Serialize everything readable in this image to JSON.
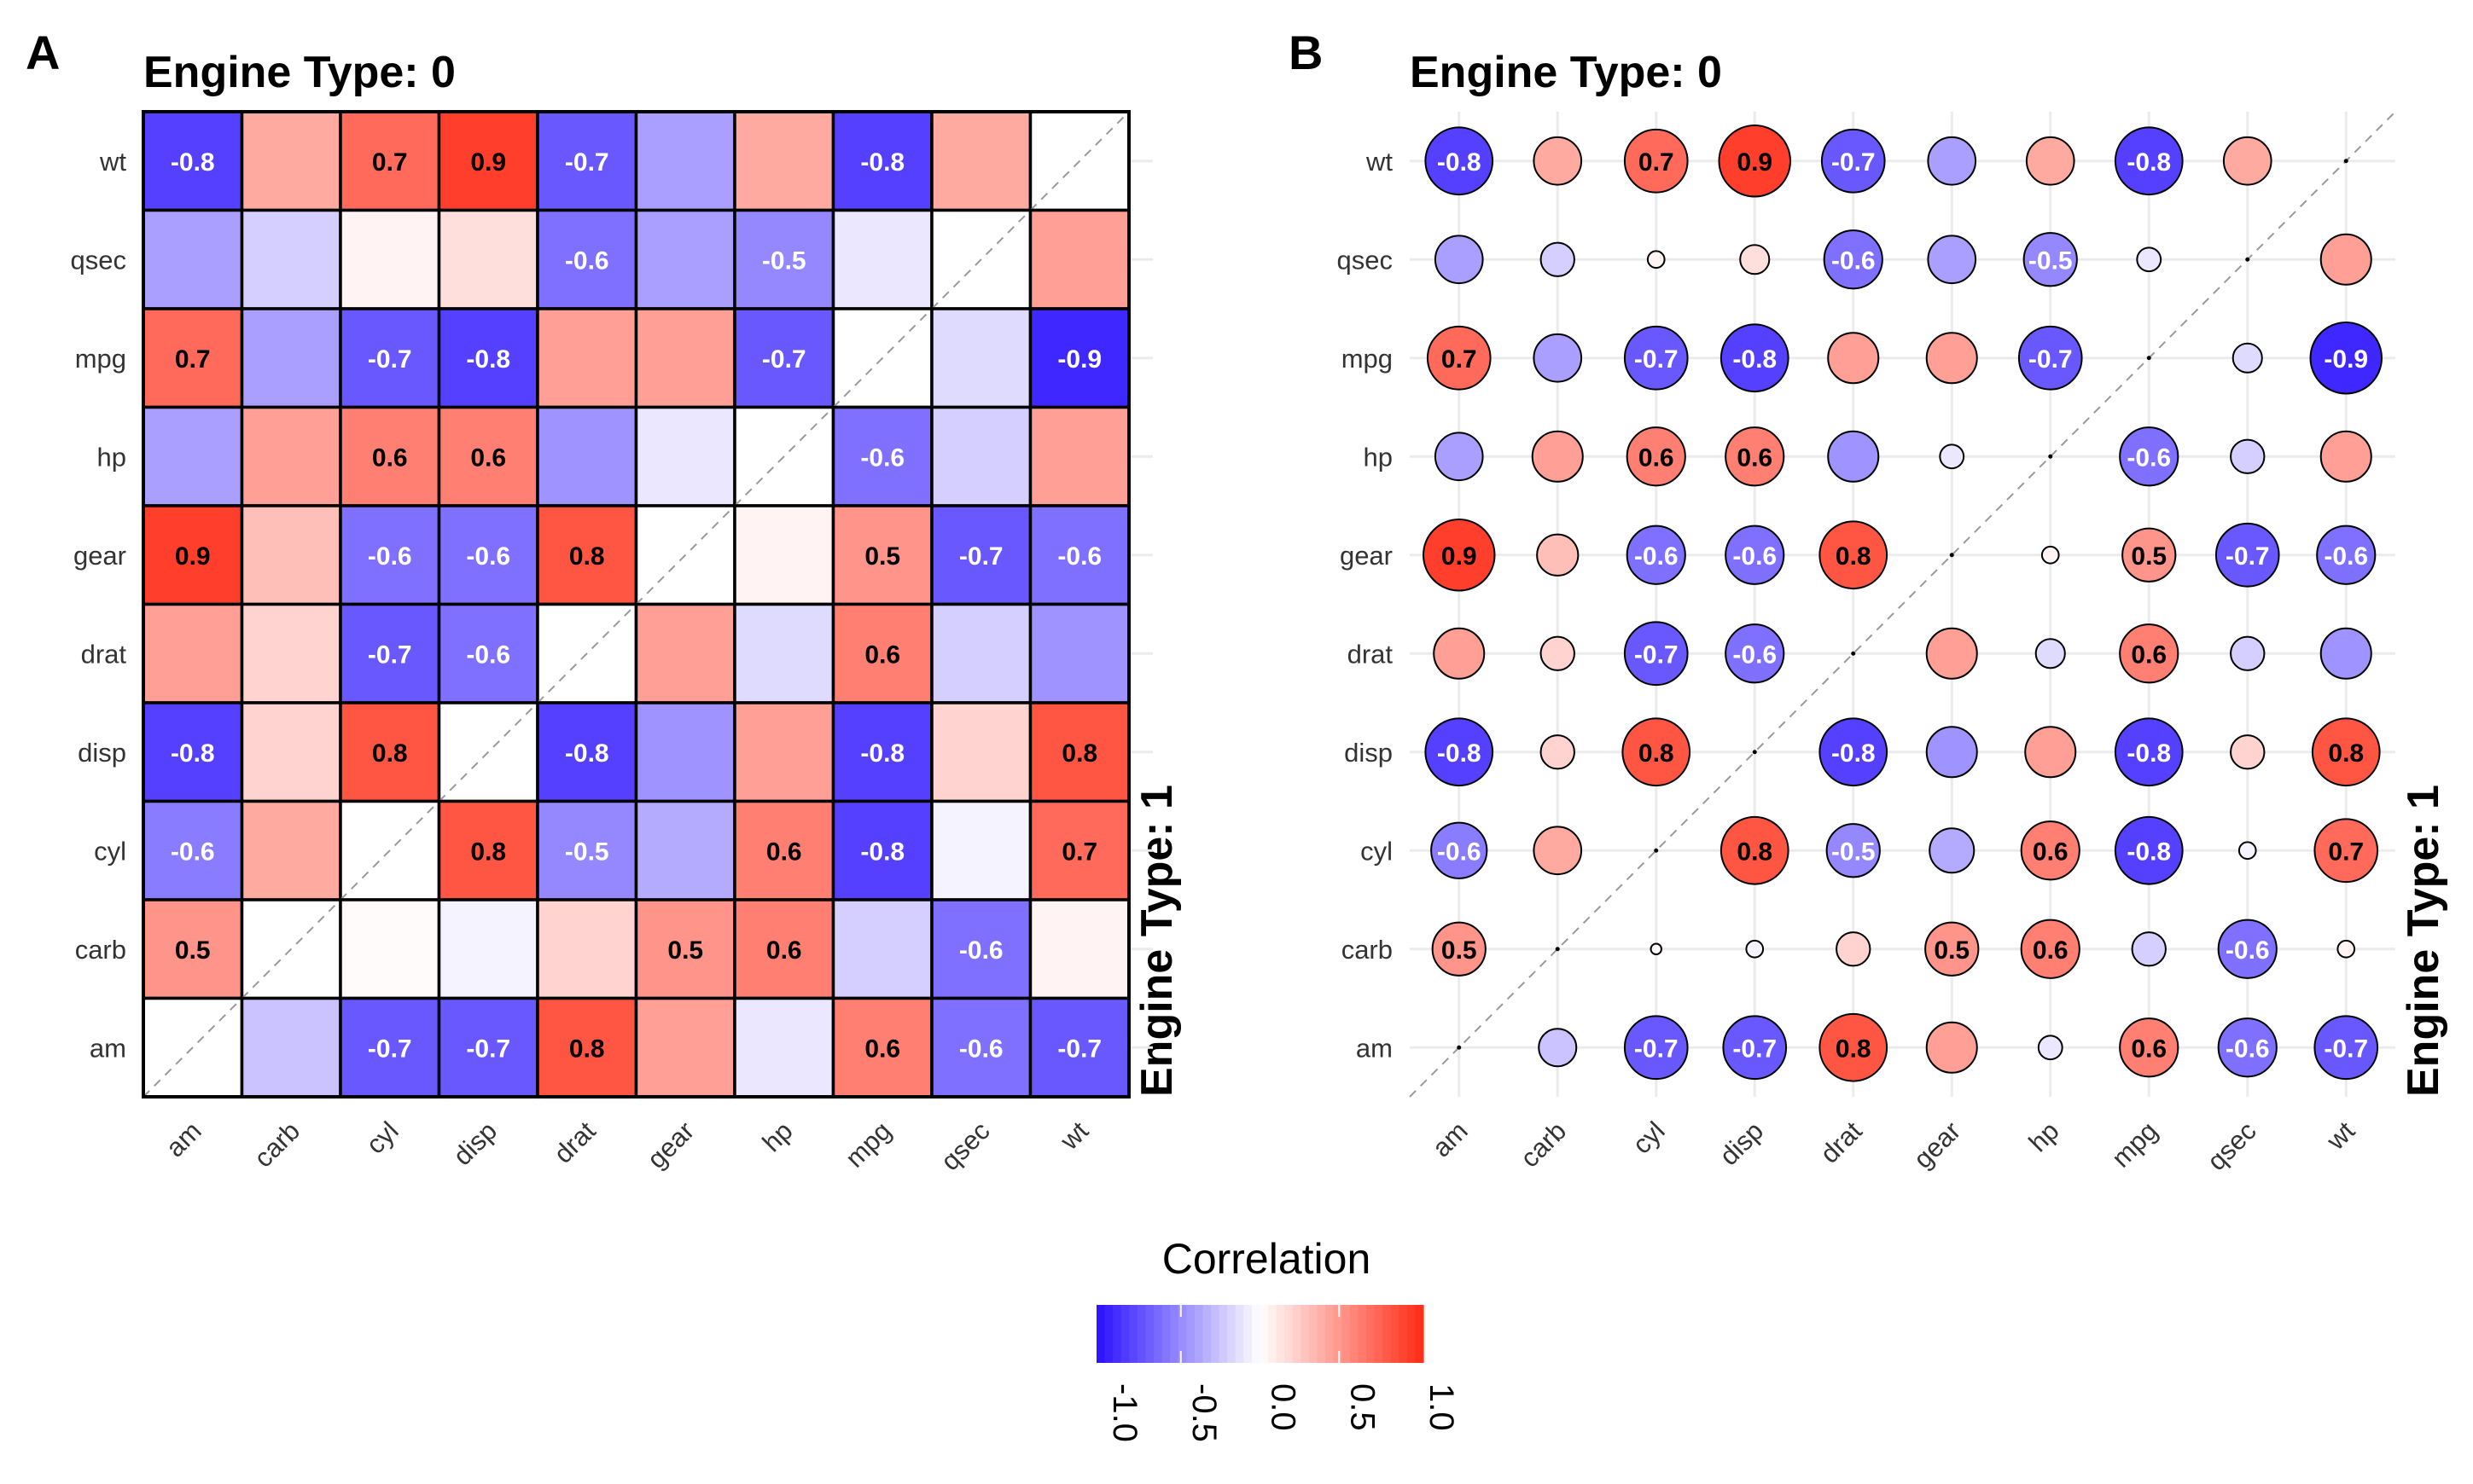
{
  "legend": {
    "title": "Correlation",
    "ticks": [
      "-1.0",
      "-0.5",
      "0.0",
      "0.5",
      "1.0"
    ],
    "tick_values": [
      -1,
      -0.5,
      0,
      0.5,
      1
    ],
    "range": [
      -1,
      1
    ],
    "colors": {
      "low": "#2a10ff",
      "mid": "#ffffff",
      "high": "#ff2a14"
    }
  },
  "chart_data": [
    {
      "panel_label": "A",
      "type": "heatmap",
      "style": "tile",
      "title": "Engine Type: 0",
      "side_label": "Engine Type: 1",
      "columns": [
        "am",
        "carb",
        "cyl",
        "disp",
        "drat",
        "gear",
        "hp",
        "mpg",
        "qsec",
        "wt"
      ],
      "rows": [
        "wt",
        "qsec",
        "mpg",
        "hp",
        "gear",
        "drat",
        "disp",
        "cyl",
        "carb",
        "am"
      ],
      "values": [
        [
          -0.8,
          0.4,
          0.7,
          0.9,
          -0.7,
          -0.4,
          0.4,
          -0.8,
          0.4,
          null
        ],
        [
          -0.4,
          -0.2,
          0.05,
          0.15,
          -0.6,
          -0.4,
          -0.5,
          -0.1,
          null,
          0.45
        ],
        [
          0.7,
          -0.4,
          -0.7,
          -0.8,
          0.45,
          0.45,
          -0.7,
          null,
          -0.15,
          -0.9
        ],
        [
          -0.4,
          0.45,
          0.6,
          0.6,
          -0.45,
          -0.1,
          null,
          -0.6,
          -0.2,
          0.45
        ],
        [
          0.9,
          0.3,
          -0.6,
          -0.6,
          0.8,
          null,
          0.05,
          0.5,
          -0.7,
          -0.6
        ],
        [
          0.45,
          0.2,
          -0.7,
          -0.6,
          null,
          0.45,
          -0.15,
          0.6,
          -0.2,
          -0.45
        ],
        [
          -0.8,
          0.2,
          0.8,
          null,
          -0.8,
          -0.45,
          0.45,
          -0.8,
          0.2,
          0.8
        ],
        [
          -0.55,
          0.4,
          null,
          0.8,
          -0.5,
          -0.35,
          0.6,
          -0.8,
          -0.05,
          0.7
        ],
        [
          0.5,
          null,
          0.02,
          -0.05,
          0.2,
          0.5,
          0.6,
          -0.2,
          -0.6,
          0.05
        ],
        [
          null,
          -0.25,
          -0.7,
          -0.7,
          0.8,
          0.45,
          -0.1,
          0.6,
          -0.6,
          -0.7
        ]
      ],
      "label_threshold": 0.5
    },
    {
      "panel_label": "B",
      "type": "heatmap",
      "style": "circle",
      "title": "Engine Type: 0",
      "side_label": "Engine Type: 1",
      "columns": [
        "am",
        "carb",
        "cyl",
        "disp",
        "drat",
        "gear",
        "hp",
        "mpg",
        "qsec",
        "wt"
      ],
      "rows": [
        "wt",
        "qsec",
        "mpg",
        "hp",
        "gear",
        "drat",
        "disp",
        "cyl",
        "carb",
        "am"
      ],
      "values": [
        [
          -0.8,
          0.4,
          0.7,
          0.9,
          -0.7,
          -0.4,
          0.4,
          -0.8,
          0.4,
          null
        ],
        [
          -0.4,
          -0.2,
          0.05,
          0.15,
          -0.6,
          -0.4,
          -0.5,
          -0.1,
          null,
          0.45
        ],
        [
          0.7,
          -0.4,
          -0.7,
          -0.8,
          0.45,
          0.45,
          -0.7,
          null,
          -0.15,
          -0.9
        ],
        [
          -0.4,
          0.45,
          0.6,
          0.6,
          -0.45,
          -0.1,
          null,
          -0.6,
          -0.2,
          0.45
        ],
        [
          0.9,
          0.3,
          -0.6,
          -0.6,
          0.8,
          null,
          0.05,
          0.5,
          -0.7,
          -0.6
        ],
        [
          0.45,
          0.2,
          -0.7,
          -0.6,
          null,
          0.45,
          -0.15,
          0.6,
          -0.2,
          -0.45
        ],
        [
          -0.8,
          0.2,
          0.8,
          null,
          -0.8,
          -0.45,
          0.45,
          -0.8,
          0.2,
          0.8
        ],
        [
          -0.55,
          0.4,
          null,
          0.8,
          -0.5,
          -0.35,
          0.6,
          -0.8,
          -0.05,
          0.7
        ],
        [
          0.5,
          null,
          0.02,
          -0.05,
          0.2,
          0.5,
          0.6,
          -0.2,
          -0.6,
          0.05
        ],
        [
          null,
          -0.25,
          -0.7,
          -0.7,
          0.8,
          0.45,
          -0.1,
          0.6,
          -0.6,
          -0.7
        ]
      ],
      "label_threshold": 0.5
    }
  ]
}
